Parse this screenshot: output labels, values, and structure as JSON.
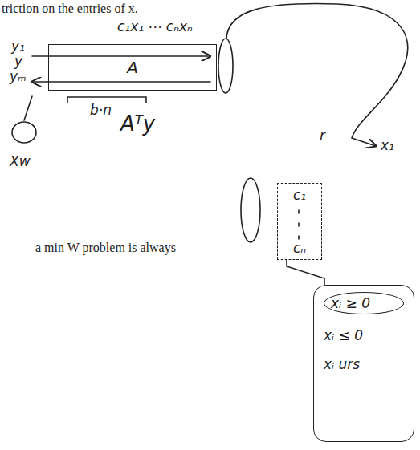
{
  "diagram": {
    "nodes": [
      {
        "text": [
          "A"
        ]
      },
      {
        "text": [
          "c₁",
          "cₙ"
        ]
      },
      {
        "text": [
          "xᵢ ≥ 0",
          "xᵢ ≤ 0",
          "xᵢ urs"
        ]
      }
    ],
    "edges": [
      {
        "from": 1,
        "to": 2,
        "arrow": "none"
      }
    ],
    "labels": [
      "triction on the entries of x.",
      "c₁x₁ ⋯ cₙxₙ",
      "y₁",
      "y",
      "yₘ",
      "b·n",
      "Aᵀy",
      "Xw",
      "r",
      "x₁",
      "a min W problem is always"
    ]
  }
}
